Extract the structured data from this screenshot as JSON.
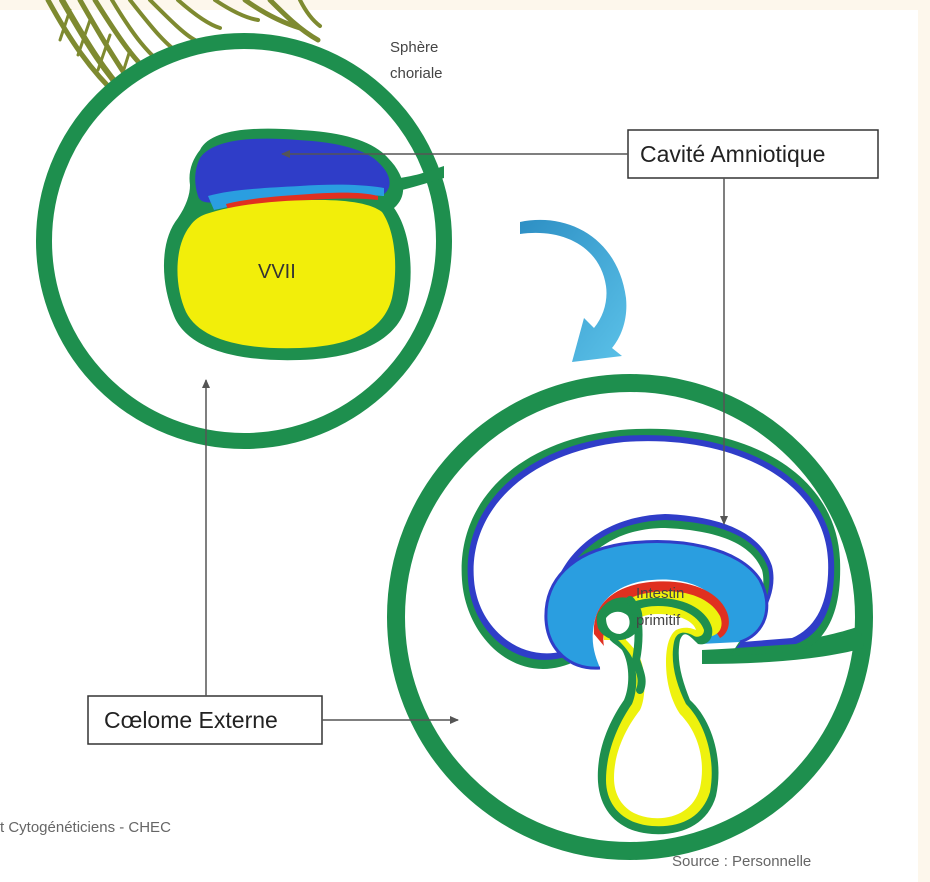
{
  "labels": {
    "sphere_choriale_line1": "Sphère",
    "sphere_choriale_line2": "choriale",
    "cavite_amniotique": "Cavité Amniotique",
    "vvii": "VVII",
    "intestin_line1": "Intestin",
    "intestin_line2": "primitif",
    "coelome_externe": "Cœlome Externe",
    "credit_left": "t Cytogénéticiens - CHEC",
    "credit_right": "Source : Personnelle"
  },
  "colors": {
    "chorion_green": "#1e8f4e",
    "villi_olive": "#7e8a30",
    "amnion_blue": "#2f3dc8",
    "light_blue": "#2a9ee0",
    "yolk_yellow": "#f2ee0a",
    "endoderm_yellow": "#eef20e",
    "red_layer": "#e03020",
    "curved_arrow": "#36a6d4",
    "pointer_gray": "#555555"
  }
}
